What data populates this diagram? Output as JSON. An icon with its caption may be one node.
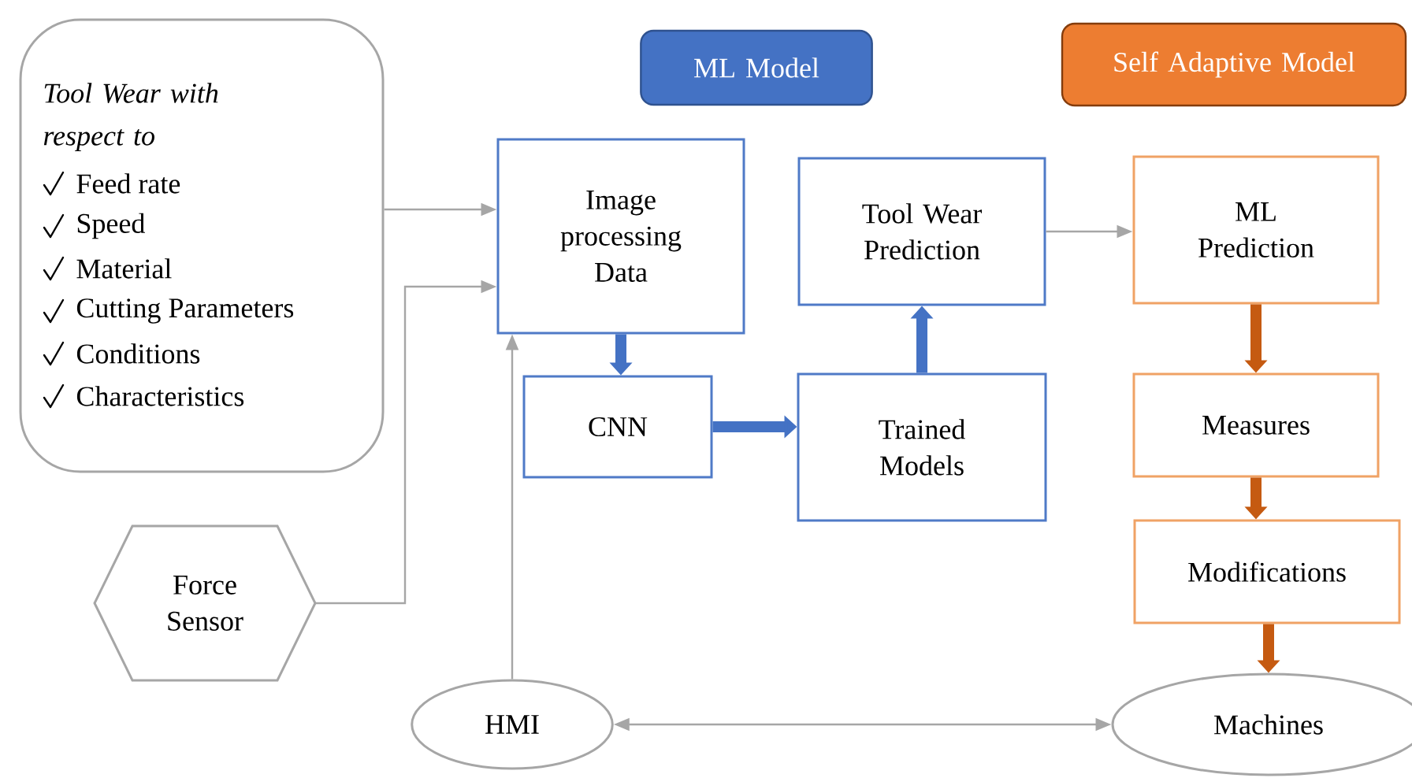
{
  "diagram": {
    "nodes": [
      {
        "text": [
          "Tool Wear with respect to",
          "Feed rate",
          "Speed",
          "Material",
          "Cutting Parameters",
          "Conditions",
          "Characteristics"
        ]
      },
      {
        "text": [
          "ML Model"
        ]
      },
      {
        "text": [
          "Self Adaptive Model"
        ]
      },
      {
        "text": [
          "Image processing Data"
        ]
      },
      {
        "text": [
          "Tool Wear Prediction"
        ]
      },
      {
        "text": [
          "ML Prediction"
        ]
      },
      {
        "text": [
          "CNN"
        ]
      },
      {
        "text": [
          "Trained Models"
        ]
      },
      {
        "text": [
          "Measures"
        ]
      },
      {
        "text": [
          "Force Sensor"
        ]
      },
      {
        "text": [
          "Modifications"
        ]
      },
      {
        "text": [
          "HMI"
        ]
      },
      {
        "text": [
          "Machines"
        ]
      }
    ],
    "edges": [
      {
        "from": 0,
        "to": 3,
        "arrow": "to"
      },
      {
        "from": 9,
        "to": 3,
        "arrow": "to"
      },
      {
        "from": 11,
        "to": 3,
        "arrow": "to"
      },
      {
        "from": 11,
        "to": 12,
        "arrow": "both"
      },
      {
        "from": 3,
        "to": 6,
        "arrow": "to",
        "color": "#4472c4"
      },
      {
        "from": 6,
        "to": 7,
        "arrow": "to",
        "color": "#4472c4"
      },
      {
        "from": 7,
        "to": 4,
        "arrow": "to",
        "color": "#4472c4"
      },
      {
        "from": 4,
        "to": 5,
        "arrow": "to"
      },
      {
        "from": 5,
        "to": 8,
        "arrow": "to",
        "color": "#c55a11"
      },
      {
        "from": 8,
        "to": 10,
        "arrow": "to",
        "color": "#c55a11"
      },
      {
        "from": 10,
        "to": 12,
        "arrow": "to",
        "color": "#c55a11"
      }
    ]
  }
}
